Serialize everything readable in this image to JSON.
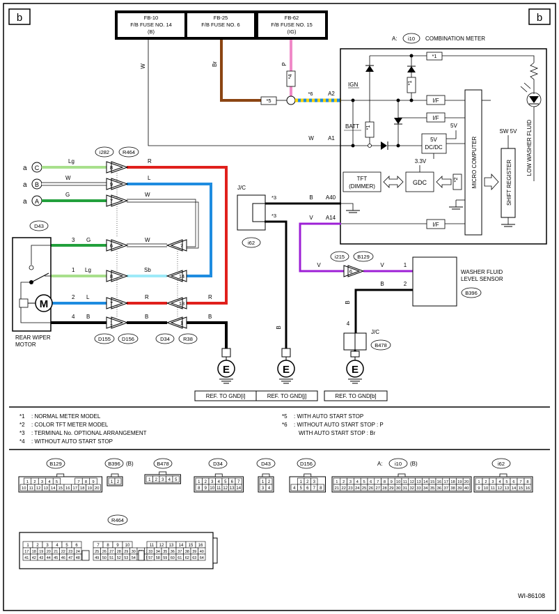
{
  "sheet_marker": "b",
  "fuses": [
    {
      "id": "FB-10",
      "name": "F/B FUSE NO. 14",
      "note": "(B)"
    },
    {
      "id": "FB-25",
      "name": "F/B FUSE NO. 6",
      "note": ""
    },
    {
      "id": "FB-62",
      "name": "F/B FUSE NO. 15",
      "note": "(IG)"
    }
  ],
  "combination_meter": {
    "prefix": "A:",
    "connector": "i10",
    "title": "COMBINATION METER",
    "ign": "IGN",
    "batt": "BATT",
    "if_label": "I/F",
    "v5": "5V",
    "dcdc_line1": "5V",
    "dcdc_line2": "DC/DC",
    "v33": "3.3V",
    "gdc": "GDC",
    "tft_line1": "TFT",
    "tft_line2": "(DIMMER)",
    "micro": "MICRO COMPUTER",
    "sw5v": "SW 5V",
    "shift": "SHIFT REGISTER",
    "low": "LOW WASHER FLUID"
  },
  "stars": {
    "s1": "*1",
    "s2": "*2",
    "s3": "*3",
    "s4": "*4",
    "s5": "*5",
    "s6": "*6"
  },
  "wires": {
    "W": "W",
    "Br": "Br",
    "P": "P",
    "B": "B",
    "V": "V",
    "Lg": "Lg",
    "G": "G",
    "L": "L",
    "R": "R",
    "Sb": "Sb"
  },
  "pins": {
    "A2": "A2",
    "A1": "A1",
    "A40": "A40",
    "A14": "A14",
    "p8": "8",
    "p9": "9",
    "p7": "7",
    "p6": "6",
    "p1": "1",
    "p14": "14",
    "p13": "13",
    "p3": "3",
    "p4": "4",
    "p2": "2"
  },
  "inputs": [
    "a",
    "C",
    "a",
    "B",
    "a",
    "A"
  ],
  "connectors": {
    "i282": "i282",
    "R464": "R464",
    "D43": "D43",
    "D155": "D155",
    "D156": "D156",
    "D34": "D34",
    "R38": "R38",
    "i62": "i62",
    "i215": "i215",
    "B129": "B129",
    "B396": "B396",
    "B478": "B478"
  },
  "jc": "J/C",
  "motor": {
    "symbol": "M",
    "label1": "REAR WIPER",
    "label2": "MOTOR"
  },
  "sensor": {
    "line1": "WASHER FLUID",
    "line2": "LEVEL SENSOR"
  },
  "ground": "E",
  "refs": [
    "REF. TO GND[i]",
    "REF. TO GND[j]",
    "REF. TO GND[b]"
  ],
  "legend_left": [
    {
      "mark": "*1",
      "text": ": NORMAL METER MODEL"
    },
    {
      "mark": "*2",
      "text": ": COLOR TFT METER MODEL"
    },
    {
      "mark": "*3",
      "text": ": TERMINAL No. OPTIONAL ARRANGEMENT"
    },
    {
      "mark": "*4",
      "text": ": WITHOUT AUTO START STOP"
    }
  ],
  "legend_right": [
    {
      "mark": "*5",
      "text": ": WITH AUTO START STOP"
    },
    {
      "mark": "*6",
      "text": ": WITHOUT AUTO START STOP : P"
    },
    {
      "mark": "",
      "text": "WITH AUTO START STOP : Br"
    }
  ],
  "connector_views": [
    {
      "name": "B129",
      "suffix": "",
      "rows": [
        [
          "1",
          "2",
          "3",
          "4",
          "5",
          "",
          "",
          "7",
          "8",
          "9"
        ],
        [
          "10",
          "11",
          "12",
          "13",
          "14",
          "15",
          "16",
          "17",
          "18",
          "19",
          "20"
        ]
      ]
    },
    {
      "name": "B396",
      "suffix": "(B)",
      "rows": [
        [
          "1",
          "2"
        ]
      ]
    },
    {
      "name": "B478",
      "suffix": "",
      "rows": [
        [
          "1",
          "2",
          "3",
          "4",
          "5"
        ]
      ]
    },
    {
      "name": "D34",
      "suffix": "",
      "rows": [
        [
          "1",
          "2",
          "3",
          "4",
          "5",
          "6",
          "7"
        ],
        [
          "8",
          "9",
          "10",
          "11",
          "12",
          "13",
          "14"
        ]
      ]
    },
    {
      "name": "D43",
      "suffix": "",
      "rows": [
        [
          "1",
          "2"
        ],
        [
          "3",
          "4"
        ]
      ]
    },
    {
      "name": "D156",
      "suffix": "",
      "rows": [
        [
          "1",
          "2",
          "3"
        ],
        [
          "4",
          "5",
          "6",
          "7",
          "8"
        ]
      ]
    },
    {
      "name": "i10",
      "prefix": "A:",
      "suffix": "(B)",
      "rows": [
        [
          "1",
          "2",
          "3",
          "4",
          "5",
          "6",
          "7",
          "8",
          "9",
          "10",
          "11",
          "12",
          "13",
          "14",
          "15",
          "16",
          "17",
          "18",
          "19",
          "20"
        ],
        [
          "21",
          "22",
          "23",
          "24",
          "25",
          "26",
          "27",
          "28",
          "29",
          "30",
          "31",
          "32",
          "33",
          "34",
          "35",
          "36",
          "37",
          "38",
          "39",
          "40"
        ]
      ]
    },
    {
      "name": "i62",
      "suffix": "",
      "rows": [
        [
          "1",
          "2",
          "3",
          "4",
          "5",
          "6",
          "7",
          "8"
        ],
        [
          "9",
          "10",
          "11",
          "12",
          "13",
          "14",
          "15",
          "16"
        ]
      ]
    }
  ],
  "r464": {
    "name": "R464",
    "rows": [
      [
        "1",
        "2",
        "3",
        "4",
        "5",
        "6",
        "7",
        "8",
        "9",
        "10",
        "11",
        "12",
        "13",
        "14",
        "15",
        "16"
      ],
      [
        "17",
        "18",
        "19",
        "20",
        "21",
        "22",
        "23",
        "24",
        "25",
        "26",
        "27",
        "28",
        "29",
        "30",
        "31",
        "32",
        "33",
        "34",
        "35",
        "36",
        "37",
        "38",
        "39",
        "40"
      ],
      [
        "41",
        "42",
        "43",
        "44",
        "45",
        "46",
        "47",
        "48",
        "49",
        "50",
        "51",
        "52",
        "53",
        "54",
        "55",
        "56",
        "57",
        "58",
        "59",
        "60",
        "61",
        "62",
        "63",
        "64"
      ]
    ]
  },
  "figure_id": "WI-86108",
  "colors": {
    "brown": "#8b4513",
    "pink": "#f08ac8",
    "lgreen": "#a8e08c",
    "green": "#22a03c",
    "blue": "#1e8ce0",
    "red": "#e0201c",
    "sky": "#9eeaf8",
    "violet": "#9d1fd6",
    "yellow": "#f5d000",
    "black": "#000000"
  }
}
